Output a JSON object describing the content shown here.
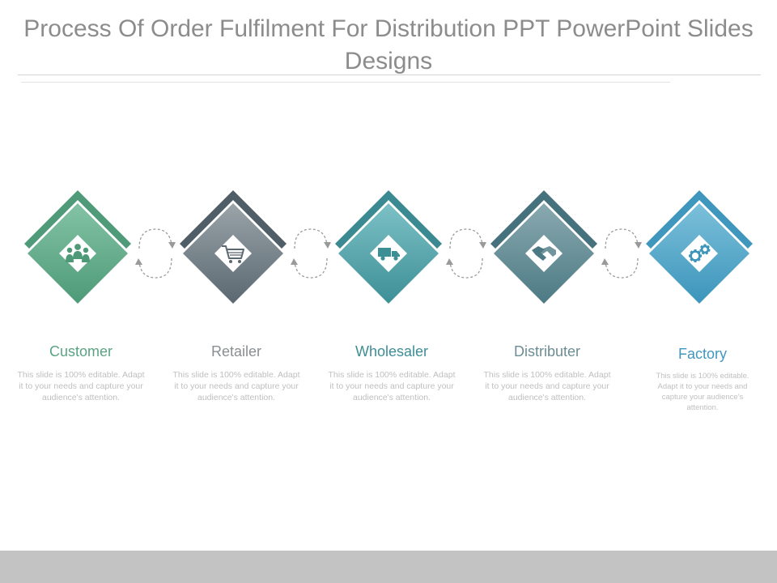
{
  "slide": {
    "title": "Process Of Order Fulfilment For Distribution PPT PowerPoint Slides Designs"
  },
  "steps": [
    {
      "label": "Customer",
      "description": "This slide is 100% editable. Adapt it to your needs and capture your audience's attention.",
      "icon": "people-group-icon",
      "accent": "#4f9a78",
      "fill_top": "#83c3a5",
      "fill_bottom": "#4e9a78",
      "label_color": "#5aa383"
    },
    {
      "label": "Retailer",
      "description": "This slide is 100% editable. Adapt it to your needs and capture your audience's attention.",
      "icon": "shopping-cart-icon",
      "accent": "#4f5e67",
      "fill_top": "#9aa4a9",
      "fill_bottom": "#5a6870",
      "label_color": "#8a8f92"
    },
    {
      "label": "Wholesaler",
      "description": "This slide is 100% editable. Adapt it to your needs and capture your audience's attention.",
      "icon": "delivery-truck-icon",
      "accent": "#3b8a92",
      "fill_top": "#7cc1c6",
      "fill_bottom": "#3d8f96",
      "label_color": "#3d8e96"
    },
    {
      "label": "Distributer",
      "description": "This slide is 100% editable. Adapt it to your needs and capture your audience's attention.",
      "icon": "handshake-icon",
      "accent": "#46727d",
      "fill_top": "#8aa9b0",
      "fill_bottom": "#4c7a84",
      "label_color": "#6c8d95"
    },
    {
      "label": "Factory",
      "description": "This slide is 100% editable. Adapt it to your needs and capture your audience's attention.",
      "icon": "gears-icon",
      "accent": "#3f97bd",
      "fill_top": "#7cc0da",
      "fill_bottom": "#3c95bb",
      "label_color": "#4197bf"
    }
  ]
}
